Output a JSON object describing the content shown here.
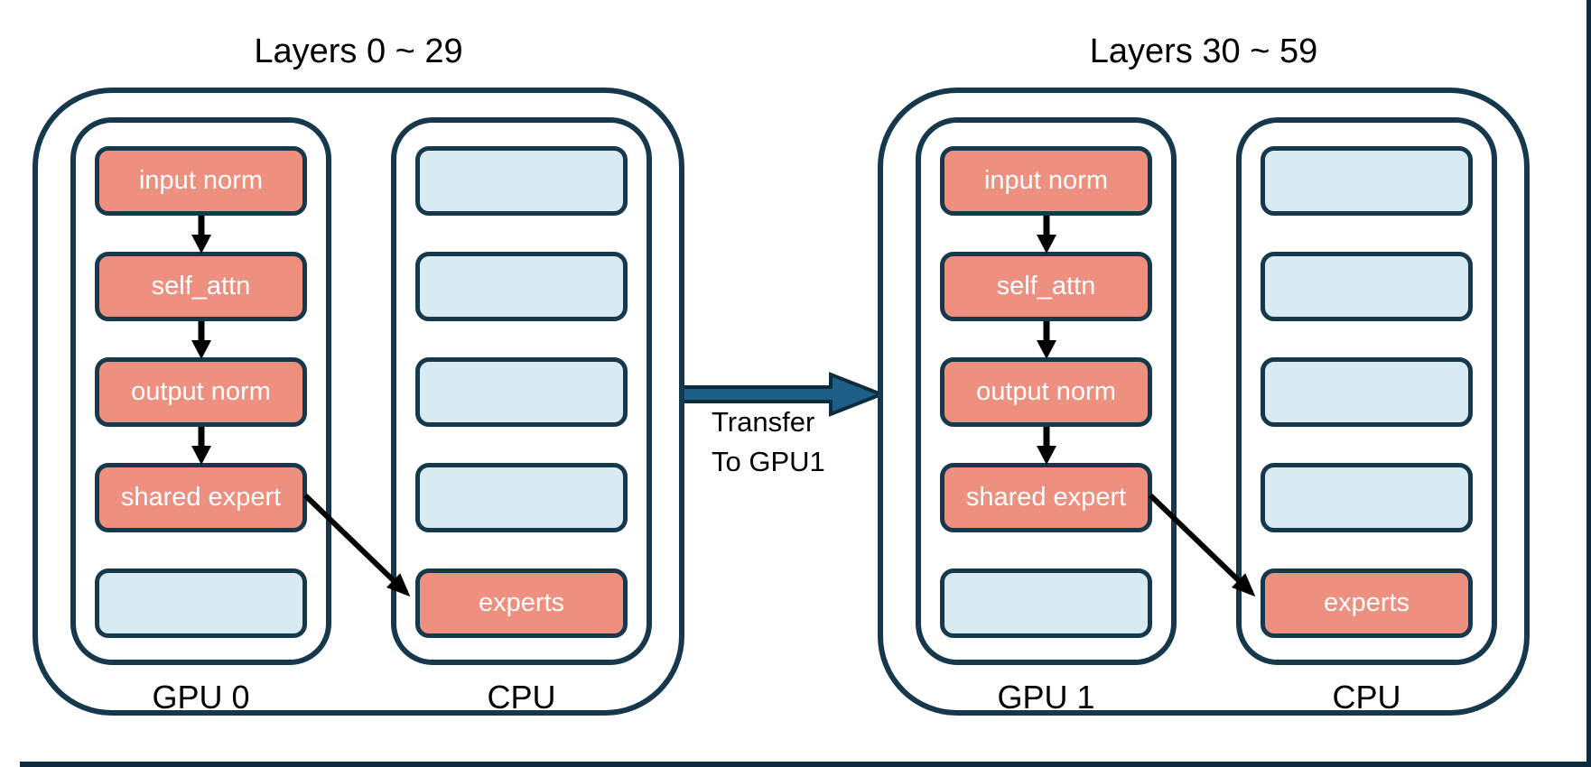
{
  "colors": {
    "salmon": "#ee9080",
    "light_blue": "#d8ebf2",
    "outline_navy": "#16384d",
    "frame_edge": "#0e2b3d",
    "transfer_arrow_blue": "#1d5f87",
    "flow_arrow_black": "#000000",
    "label_text": "#000000",
    "box_text": "#ffffff"
  },
  "groups": [
    {
      "id": "layers-0-29",
      "title": "Layers 0 ~ 29",
      "columns": [
        {
          "id": "gpu-0",
          "label": "GPU 0",
          "flow_arrows": true,
          "boxes": [
            {
              "label": "input norm",
              "type": "active"
            },
            {
              "label": "self_attn",
              "type": "active"
            },
            {
              "label": "output norm",
              "type": "active"
            },
            {
              "label": "shared expert",
              "type": "active"
            },
            {
              "label": "",
              "type": "idle"
            }
          ]
        },
        {
          "id": "cpu-0",
          "label": "CPU",
          "flow_arrows": false,
          "boxes": [
            {
              "label": "",
              "type": "idle"
            },
            {
              "label": "",
              "type": "idle"
            },
            {
              "label": "",
              "type": "idle"
            },
            {
              "label": "",
              "type": "idle"
            },
            {
              "label": "experts",
              "type": "active"
            }
          ]
        }
      ],
      "offload_arrow": {
        "from": "shared expert",
        "to": "experts"
      }
    },
    {
      "id": "layers-30-59",
      "title": "Layers 30 ~ 59",
      "columns": [
        {
          "id": "gpu-1",
          "label": "GPU 1",
          "flow_arrows": true,
          "boxes": [
            {
              "label": "input norm",
              "type": "active"
            },
            {
              "label": "self_attn",
              "type": "active"
            },
            {
              "label": "output norm",
              "type": "active"
            },
            {
              "label": "shared expert",
              "type": "active"
            },
            {
              "label": "",
              "type": "idle"
            }
          ]
        },
        {
          "id": "cpu-1",
          "label": "CPU",
          "flow_arrows": false,
          "boxes": [
            {
              "label": "",
              "type": "idle"
            },
            {
              "label": "",
              "type": "idle"
            },
            {
              "label": "",
              "type": "idle"
            },
            {
              "label": "",
              "type": "idle"
            },
            {
              "label": "experts",
              "type": "active"
            }
          ]
        }
      ],
      "offload_arrow": {
        "from": "shared expert",
        "to": "experts"
      }
    }
  ],
  "transfer": {
    "line1": "Transfer",
    "line2": "To GPU1"
  }
}
